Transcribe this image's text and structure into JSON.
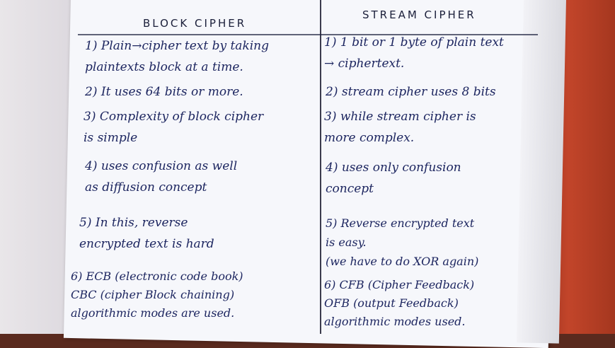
{
  "headers": {
    "left": "BLOCK CIPHER",
    "right": "STREAM CIPHER"
  },
  "left_items": [
    "1) Plain→cipher text by taking\nplaintexts block at a time.",
    "2) It uses 64 bits or more.",
    "3) Complexity of block cipher\nis simple",
    "4) uses confusion as well\nas diffusion concept",
    "5) In this, reverse\nencrypted text is hard",
    "6) ECB (electronic code book)\nCBC (cipher Block chaining)\nalgorithmic modes are used."
  ],
  "right_items": [
    "1) 1 bit or 1 byte of plain text\n→ ciphertext.",
    "2) stream cipher uses 8 bits",
    "3) while stream cipher is\nmore complex.",
    "4) uses only confusion\nconcept",
    "5) Reverse encrypted text\nis easy.\n(we have to do XOR again)",
    "6) CFB (Cipher Feedback)\nOFB (output Feedback)\nalgorithmic modes used."
  ]
}
